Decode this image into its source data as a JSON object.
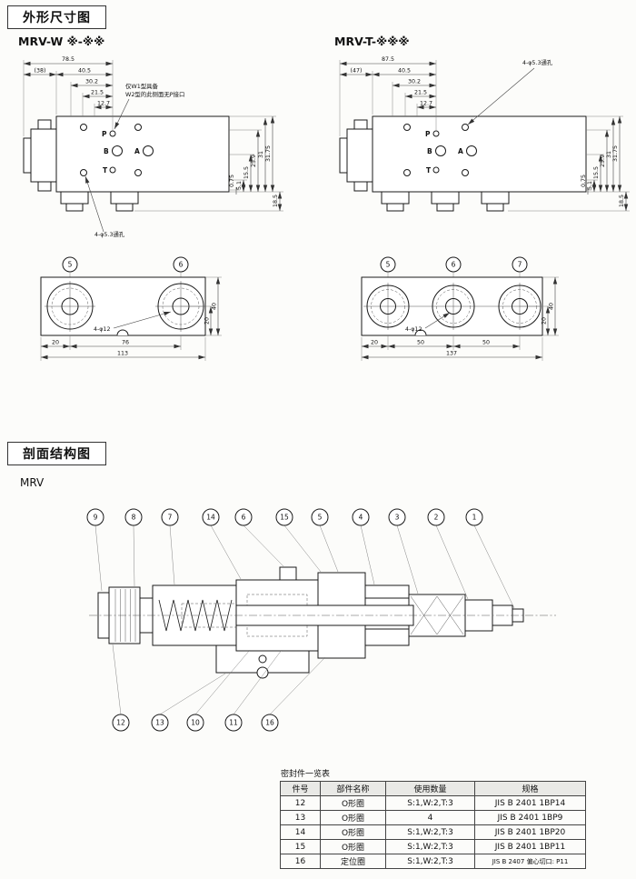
{
  "sections": {
    "outline_title": "外形尺寸图",
    "cross_title": "剖面结构图"
  },
  "mrv_w": {
    "title": "MRV-W ※-※※",
    "note_line1": "仅W1型具备",
    "note_line2": "W2型的此侧面无P接口",
    "hole_callout": "4-φ5.3通孔",
    "ports": {
      "p": "P",
      "b": "B",
      "a": "A",
      "t": "T"
    },
    "dims": {
      "overall": "78.5",
      "left": "(38)",
      "d1": "40.5",
      "d2": "30.2",
      "d3": "21.5",
      "d4": "12.7",
      "v1": "31.75",
      "v2": "31",
      "v3": "25.9",
      "v4": "15.5",
      "v5": "5.1",
      "v6": "0.75",
      "v7": "18.5"
    }
  },
  "mrv_w_bottom": {
    "balloons": [
      "5",
      "6"
    ],
    "hole_callout": "4-φ12",
    "dims": {
      "height": "40",
      "half": "20",
      "b1": "20",
      "b2": "76",
      "overall": "113"
    }
  },
  "mrv_t": {
    "title": "MRV-T-※※※",
    "hole_callout": "4-φ5.3通孔",
    "ports": {
      "p": "P",
      "b": "B",
      "a": "A",
      "t": "T"
    },
    "dims": {
      "overall": "87.5",
      "left": "(47)",
      "d1": "40.5",
      "d2": "30.2",
      "d3": "21.5",
      "d4": "12.7",
      "v1": "31.75",
      "v2": "31",
      "v3": "25.9",
      "v4": "15.5",
      "v5": "5.1",
      "v6": "0.75",
      "v7": "18.5"
    }
  },
  "mrv_t_bottom": {
    "balloons": [
      "5",
      "6",
      "7"
    ],
    "hole_callout": "4-φ12",
    "dims": {
      "height": "40",
      "half": "20",
      "b1": "20",
      "b2": "50",
      "b3": "50",
      "overall": "137"
    }
  },
  "cross_section": {
    "model_label": "MRV",
    "top_callouts": [
      "9",
      "8",
      "7",
      "14",
      "6",
      "15",
      "5",
      "4",
      "3",
      "2",
      "1"
    ],
    "bottom_callouts": [
      "12",
      "13",
      "10",
      "11",
      "16"
    ]
  },
  "seal_table": {
    "title": "密封件一览表",
    "headers": [
      "件号",
      "部件名称",
      "使用数量",
      "规格"
    ],
    "rows": [
      [
        "12",
        "O形圈",
        "S:1,W:2,T:3",
        "JIS B 2401 1BP14"
      ],
      [
        "13",
        "O形圈",
        "4",
        "JIS B 2401 1BP9"
      ],
      [
        "14",
        "O形圈",
        "S:1,W:2,T:3",
        "JIS B 2401 1BP20"
      ],
      [
        "15",
        "O形圈",
        "S:1,W:2,T:3",
        "JIS B 2401 1BP11"
      ],
      [
        "16",
        "定位圈",
        "S:1,W:2,T:3",
        "JIS B 2407 偏心切口: P11"
      ]
    ]
  }
}
